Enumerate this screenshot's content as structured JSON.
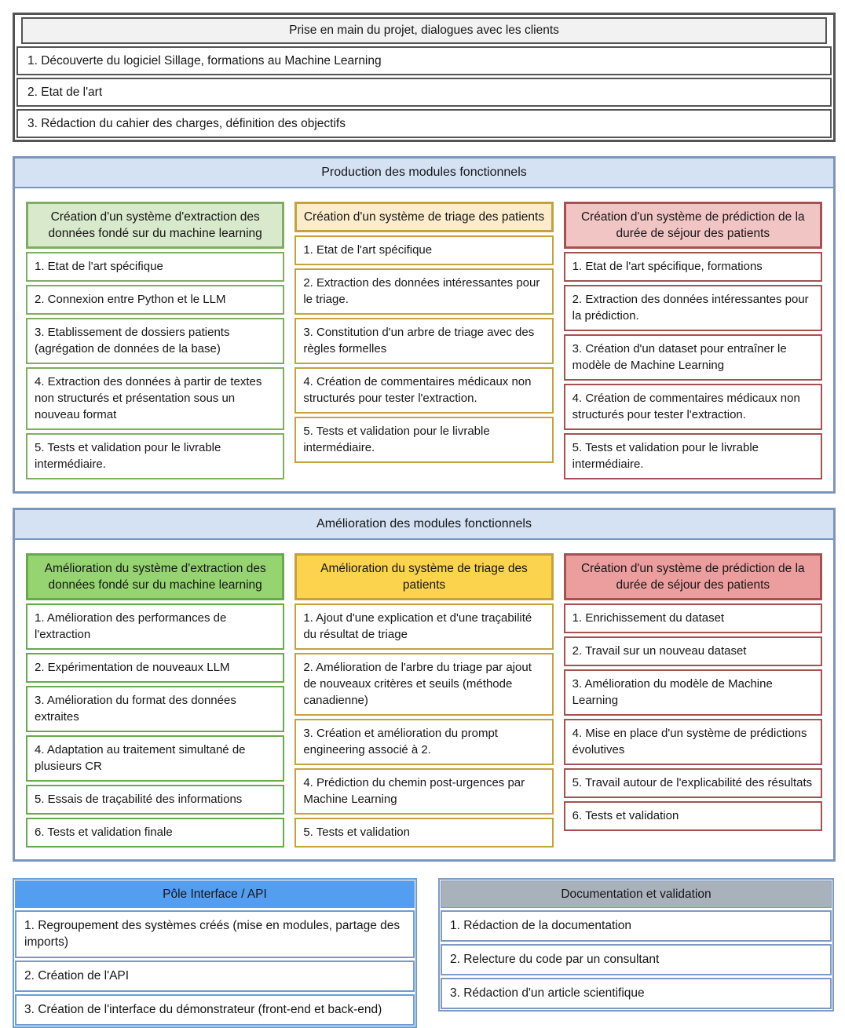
{
  "colors": {
    "phase_border": "#545454",
    "phase_header_fill": "#f2f2f2",
    "section_border": "#7b96bb",
    "section_header_fill": "#d4e2f4",
    "green_light_fill": "#d9e9cb",
    "green_light_border": "#7fae63",
    "green_bright_fill": "#96d471",
    "green_bright_border": "#68a94e",
    "yellow_light_fill": "#fceccc",
    "yellow_bright_fill": "#fcd34d",
    "yellow_border": "#c6a13f",
    "red_light_fill": "#f2c5c5",
    "red_bright_fill": "#ec9e9e",
    "red_border": "#a45151",
    "blue_header_fill": "#539ef1",
    "blue_border": "#6b9cd4",
    "gray_header_fill": "#a9b1ba",
    "gray_border": "#7e9ac2"
  },
  "phase_intake": {
    "title": "Prise en main du projet, dialogues avec les clients",
    "items": [
      "1. Découverte du logiciel Sillage, formations au Machine Learning",
      "2. Etat de l'art",
      "3. Rédaction du cahier des charges, définition des objectifs"
    ]
  },
  "production": {
    "title": "Production des modules fonctionnels",
    "columns": [
      {
        "title": "Création d'un système d'extraction des données fondé sur du machine learning",
        "items": [
          "1. Etat de l'art spécifique",
          "2. Connexion entre Python et le LLM",
          "3. Etablissement de dossiers patients (agrégation de données de la base)",
          "4. Extraction des données à partir de textes non structurés et présentation sous un nouveau format",
          "5. Tests et validation pour le livrable intermédiaire."
        ]
      },
      {
        "title": "Création d'un système de triage des patients",
        "items": [
          "1. Etat de l'art spécifique",
          "2. Extraction des données intéressantes pour le triage.",
          "3. Constitution d'un arbre de triage avec des règles formelles",
          "4. Création de commentaires médicaux non structurés pour tester l'extraction.",
          "5. Tests et validation pour le livrable intermédiaire."
        ]
      },
      {
        "title": "Création d'un système de prédiction de la durée de séjour des patients",
        "items": [
          "1. Etat de l'art spécifique, formations",
          "2. Extraction des données intéressantes pour la prédiction.",
          "3. Création d'un dataset pour entraîner le modèle de Machine Learning",
          "4. Création de commentaires médicaux non structurés pour tester l'extraction.",
          "5. Tests et validation pour le livrable intermédiaire."
        ]
      }
    ]
  },
  "improvement": {
    "title": "Amélioration des modules fonctionnels",
    "columns": [
      {
        "title": "Amélioration du système d'extraction des données fondé sur du machine learning",
        "items": [
          "1. Amélioration des performances de l'extraction",
          "2. Expérimentation de nouveaux LLM",
          "3. Amélioration du format des données extraites",
          "4. Adaptation au traitement simultané de plusieurs CR",
          "5. Essais de traçabilité des informations",
          "6. Tests et validation finale"
        ]
      },
      {
        "title": "Amélioration du système de triage des patients",
        "items": [
          "1. Ajout d'une explication et d'une traçabilité du résultat de triage",
          "2. Amélioration de l'arbre du triage par ajout de nouveaux critères et seuils (méthode canadienne)",
          "3. Création et amélioration du prompt engineering associé à 2.",
          "4. Prédiction du chemin post-urgences par Machine Learning",
          "5. Tests et validation"
        ]
      },
      {
        "title": "Création d'un système de prédiction de la durée de séjour des patients",
        "items": [
          "1. Enrichissement du dataset",
          "2. Travail sur un nouveau dataset",
          "3. Amélioration du modèle de Machine Learning",
          "4. Mise en place d'un système de prédictions évolutives",
          "5. Travail autour de l'explicabilité des résultats",
          "6. Tests et validation"
        ]
      }
    ]
  },
  "interface_api": {
    "title": "Pôle Interface / API",
    "items": [
      "1. Regroupement des systèmes créés (mise en modules, partage des imports)",
      "2. Création de l'API",
      "3. Création de l'interface du démonstrateur (front-end et back-end)"
    ]
  },
  "documentation": {
    "title": "Documentation et validation",
    "items": [
      "1. Rédaction de la documentation",
      "2. Relecture du code par un consultant",
      "3. Rédaction d'un article scientifique"
    ]
  }
}
